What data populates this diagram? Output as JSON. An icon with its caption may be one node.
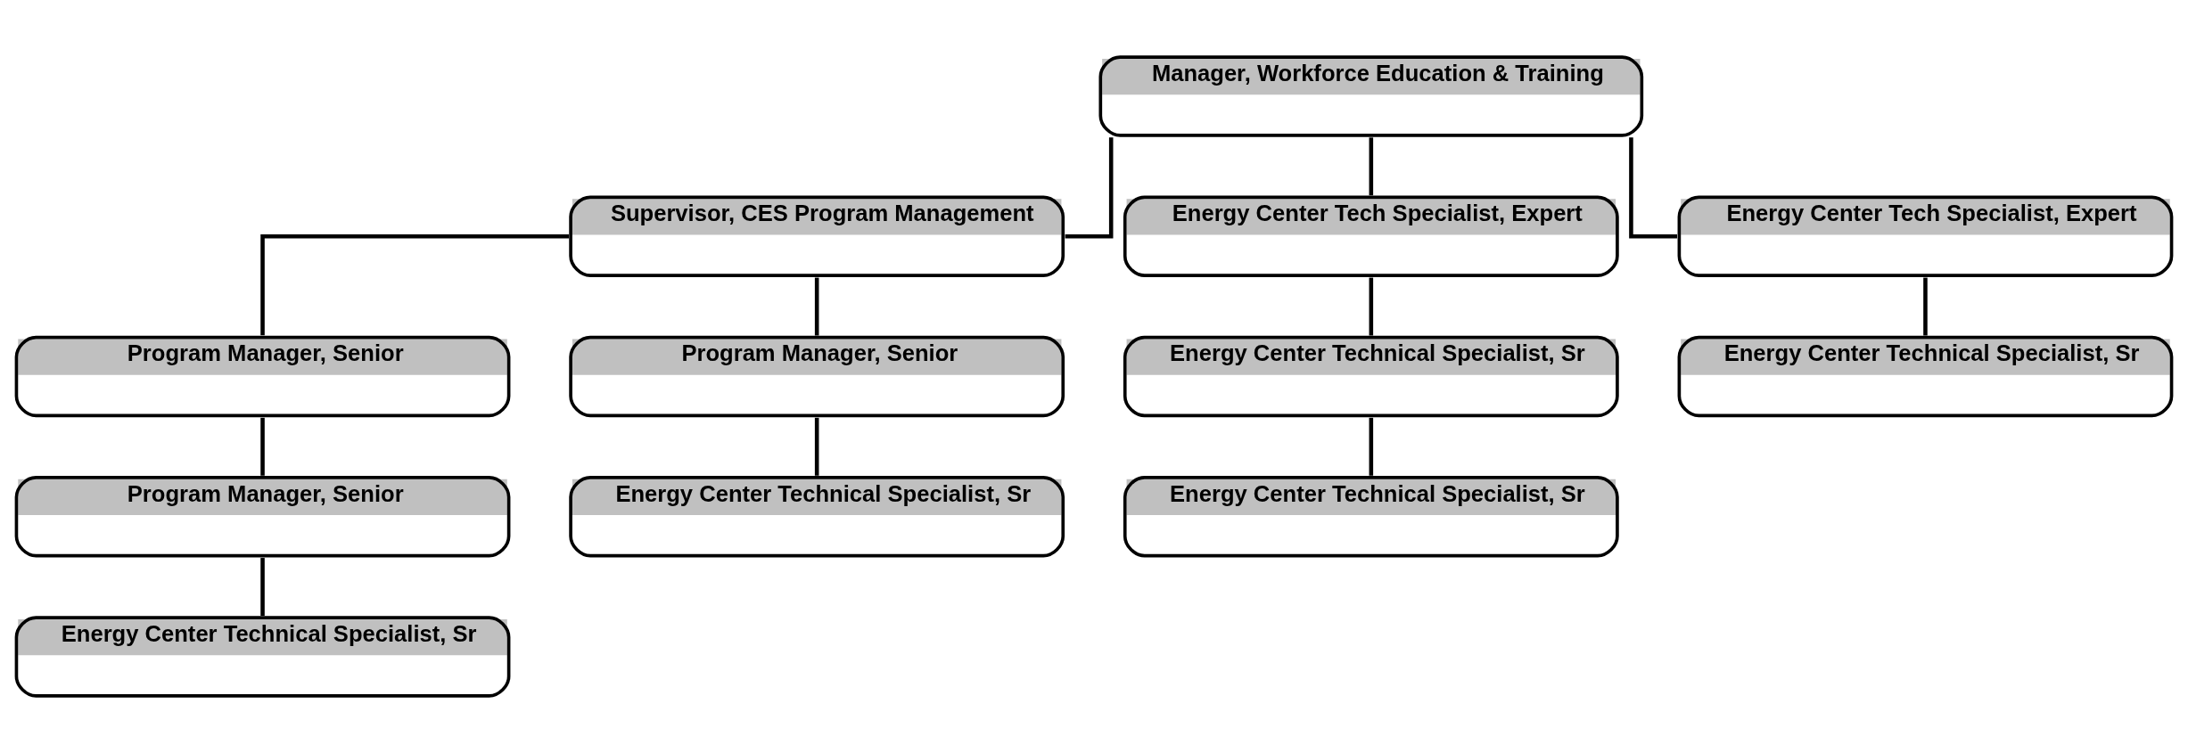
{
  "diagram": {
    "nodes": [
      {
        "text": [
          "Manager, Workforce Education & Training"
        ]
      },
      {
        "text": [
          "Supervisor, CES Program Management"
        ]
      },
      {
        "text": [
          "Energy Center Tech Specialist, Expert"
        ]
      },
      {
        "text": [
          "Energy Center Tech Specialist, Expert"
        ]
      },
      {
        "text": [
          "Program Manager, Senior"
        ]
      },
      {
        "text": [
          "Program Manager, Senior"
        ]
      },
      {
        "text": [
          "Energy Center Technical Specialist, Sr"
        ]
      },
      {
        "text": [
          "Energy Center Technical Specialist, Sr"
        ]
      },
      {
        "text": [
          "Program Manager, Senior"
        ]
      },
      {
        "text": [
          "Energy Center Technical Specialist, Sr"
        ]
      },
      {
        "text": [
          "Energy Center Technical Specialist, Sr"
        ]
      },
      {
        "text": [
          "Energy Center Technical Specialist, Sr"
        ]
      }
    ],
    "edges": [
      {
        "from": 0,
        "to": 1,
        "arrow": "none"
      },
      {
        "from": 0,
        "to": 2,
        "arrow": "none"
      },
      {
        "from": 0,
        "to": 3,
        "arrow": "none"
      },
      {
        "from": 1,
        "to": 4,
        "arrow": "none"
      },
      {
        "from": 1,
        "to": 5,
        "arrow": "none"
      },
      {
        "from": 2,
        "to": 6,
        "arrow": "none"
      },
      {
        "from": 3,
        "to": 7,
        "arrow": "none"
      },
      {
        "from": 4,
        "to": 8,
        "arrow": "none"
      },
      {
        "from": 5,
        "to": 9,
        "arrow": "none"
      },
      {
        "from": 6,
        "to": 10,
        "arrow": "none"
      },
      {
        "from": 8,
        "to": 11,
        "arrow": "none"
      }
    ]
  }
}
